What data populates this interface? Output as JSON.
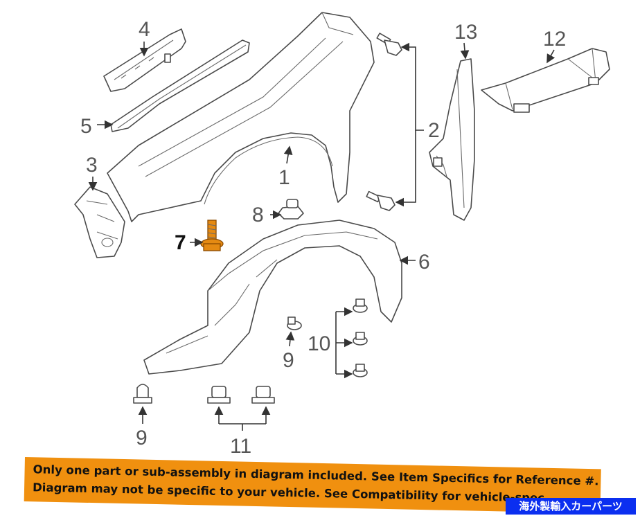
{
  "callouts": {
    "c1": "1",
    "c2": "2",
    "c3": "3",
    "c4": "4",
    "c5": "5",
    "c6": "6",
    "c7": "7",
    "c8": "8",
    "c9a": "9",
    "c9b": "9",
    "c10": "10",
    "c11": "11",
    "c12": "12",
    "c13": "13"
  },
  "notice": {
    "line1": "Only one part or sub-assembly in diagram included. See Item Specifics for Reference #.",
    "line2": "Diagram may not be specific to your vehicle. See Compatibility for vehicle-spec"
  },
  "badge": "海外製輸入カーパーツ",
  "colors": {
    "highlight": "#e58a12",
    "notice_bg": "#f0900f",
    "badge_bg": "#0b2ff0"
  }
}
